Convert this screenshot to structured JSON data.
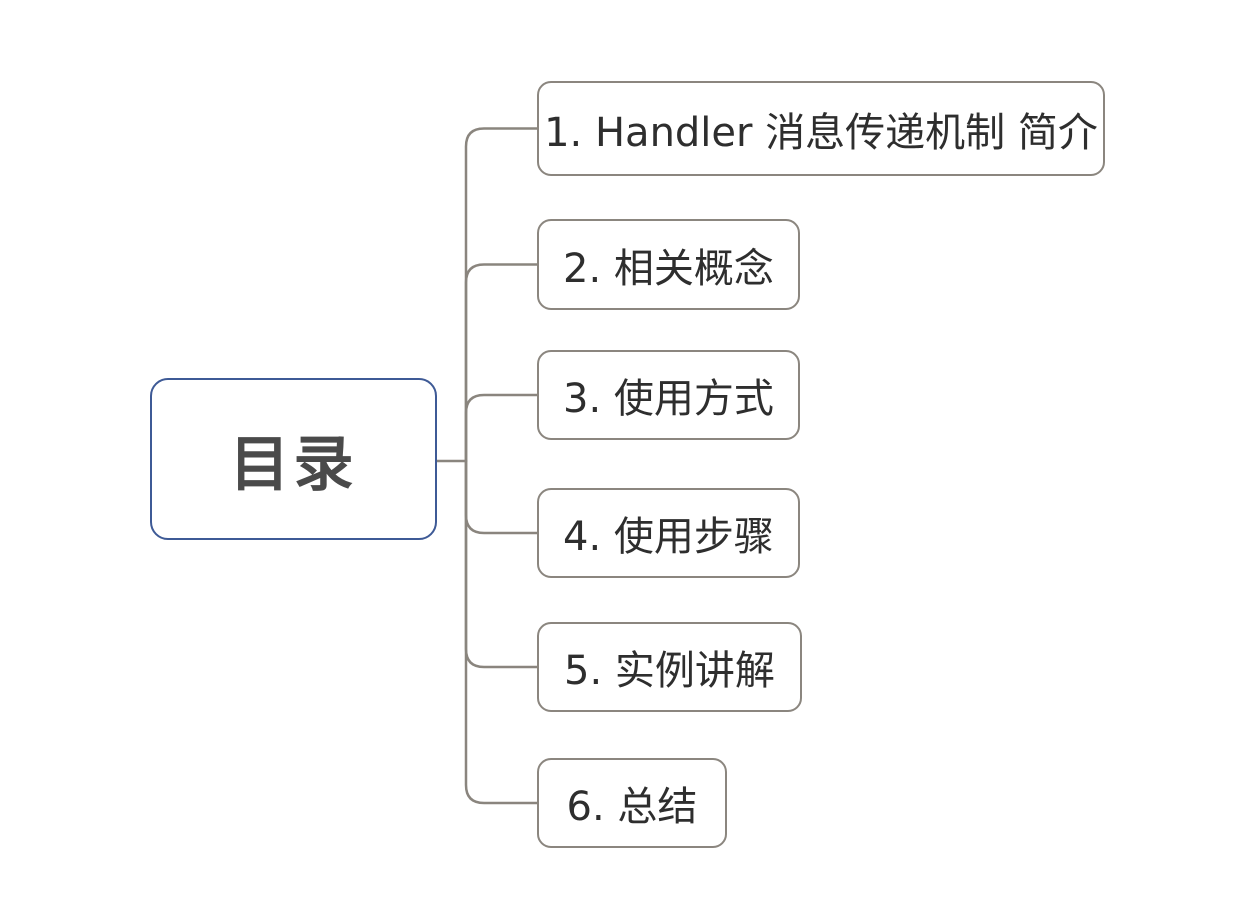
{
  "diagram": {
    "type": "mindmap",
    "root": {
      "label": "目录"
    },
    "branches": [
      {
        "label": "1. Handler 消息传递机制 简介"
      },
      {
        "label": "2. 相关概念"
      },
      {
        "label": "3. 使用方式"
      },
      {
        "label": "4. 使用步骤"
      },
      {
        "label": "5. 实例讲解"
      },
      {
        "label": "6. 总结"
      }
    ],
    "colors": {
      "background": "#ffffff",
      "root_border": "#3e5a96",
      "branch_border": "#8b867f",
      "connector_line": "#8a857e",
      "root_text": "#4a4a4a",
      "branch_text": "#2e2e2e"
    }
  }
}
